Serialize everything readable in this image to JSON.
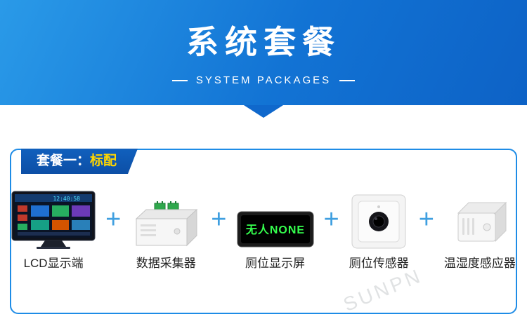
{
  "banner": {
    "title": "系统套餐",
    "subtitle": "SYSTEM PACKAGES"
  },
  "package_card": {
    "tab_prefix": "套餐一：",
    "tab_highlight": "标配",
    "separator": "+",
    "items": [
      {
        "label": "LCD显示端",
        "icon": "lcd-monitor-image",
        "screen_time": "12:40:58"
      },
      {
        "label": "数据采集器",
        "icon": "data-collector-image"
      },
      {
        "label": "厕位显示屏",
        "icon": "led-display-image",
        "display_text": "无人NONE"
      },
      {
        "label": "厕位传感器",
        "icon": "stall-sensor-image"
      },
      {
        "label": "温湿度感应器",
        "icon": "temp-humidity-sensor-image"
      }
    ]
  },
  "watermark_text": "SUNPN",
  "colors": {
    "banner_blue": "#1273d4",
    "card_border_blue": "#1e8ce6",
    "tab_blue": "#0c4fa6",
    "tab_highlight_yellow": "#ffd600",
    "plus_blue": "#3f9fe0",
    "led_green": "#35ff4e"
  }
}
